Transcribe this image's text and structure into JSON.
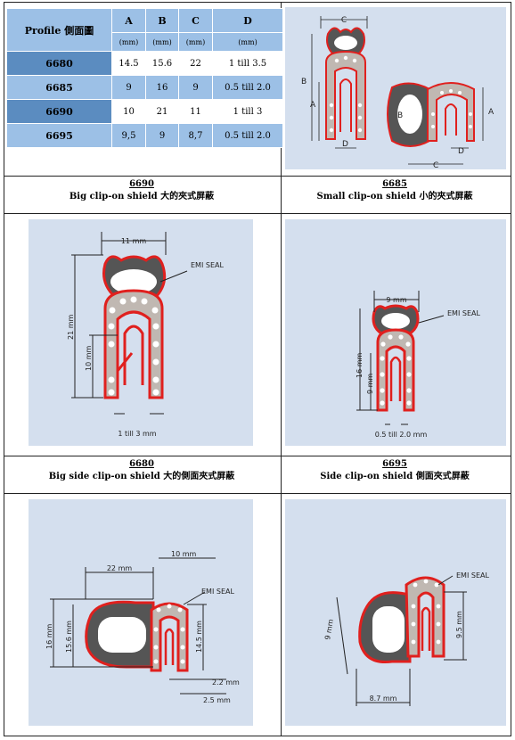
{
  "table": {
    "header": [
      "Profile 側面圖",
      "A",
      "B",
      "C",
      "D"
    ],
    "units": [
      "(mm)",
      "(mm)",
      "(mm)",
      "(mm)"
    ],
    "rows": [
      [
        "6680",
        "14.5",
        "15.6",
        "22",
        "1 till 3.5"
      ],
      [
        "6685",
        "9",
        "16",
        "9",
        "0.5 till 2.0"
      ],
      [
        "6690",
        "10",
        "21",
        "11",
        "1 till 3"
      ],
      [
        "6695",
        "9,5",
        "9",
        "8,7",
        "0.5 till 2.0"
      ]
    ]
  },
  "overview": {
    "A": "A",
    "B": "B",
    "C": "C",
    "D": "D"
  },
  "captions": [
    {
      "num": "6690",
      "text": "Big clip-on shield 大的夾式屏蔽"
    },
    {
      "num": "6685",
      "text": "Small clip-on shield 小的夾式屏蔽"
    },
    {
      "num": "6680",
      "text": "Big side clip-on shield 大的側面夾式屏蔽"
    },
    {
      "num": "6695",
      "text": "Side clip-on shield 側面夾式屏蔽"
    }
  ],
  "diagrams": {
    "d6690": {
      "seal": "EMI SEAL",
      "width": "11 mm",
      "height": "21 mm",
      "inner": "10 mm",
      "gap": "1 till 3 mm"
    },
    "d6685": {
      "seal": "EMI SEAL",
      "width": "9 mm",
      "height": "16 mm",
      "inner": "9 mm",
      "gap": "0.5 till 2.0 mm"
    },
    "d6680": {
      "seal": "EMI SEAL",
      "top1": "10 mm",
      "top2": "22 mm",
      "h1": "16 mm",
      "h2": "15.6 mm",
      "h3": "14.5 mm",
      "g1": "2.2 mm",
      "g2": "2.5 mm"
    },
    "d6695": {
      "seal": "EMI SEAL",
      "h1": "9 mm",
      "h2": "9.5 mm",
      "w": "8.7 mm"
    }
  },
  "colors": {
    "panel": "#d4dfee",
    "seal": "#e0201e",
    "clip": "#c0b8b2",
    "bulb": "#555555",
    "table_dark": "#5b8cc0",
    "table_light": "#9cc0e6"
  }
}
